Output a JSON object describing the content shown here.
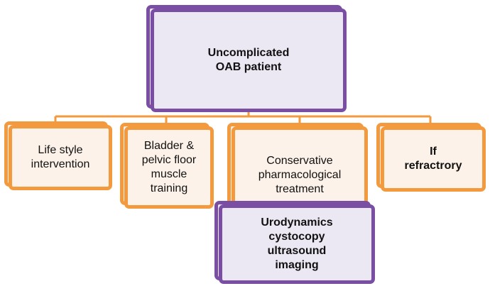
{
  "colors": {
    "purple": "#7a4ea3",
    "orange": "#f29a3d",
    "purple_fill": "#ece8f3",
    "orange_fill": "#fdf2e9"
  },
  "nodes": {
    "root": {
      "label": "Uncomplicated\nOAB patient"
    },
    "lifestyle": {
      "label": "Life style\nintervention"
    },
    "bladder": {
      "label": "Bladder &\npelvic floor\nmuscle\ntraining"
    },
    "conservative": {
      "label": "Conservative\npharmacological\ntreatment"
    },
    "refractory": {
      "label": "If\nrefractrory"
    },
    "urodynamics": {
      "label": "Urodynamics\ncystocopy\nultrasound\nimaging"
    }
  }
}
